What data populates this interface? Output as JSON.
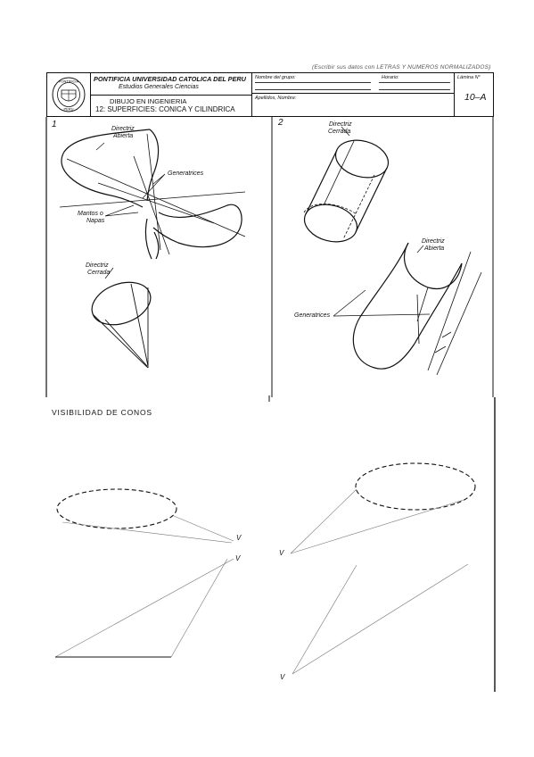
{
  "note": "(Escribir sus datos con LETRAS Y NUMEROS NORMALIZADOS)",
  "header": {
    "university": "PONTIFICIA UNIVERSIDAD CATOLICA DEL PERU",
    "faculty": "Estudios Generales Ciencias",
    "course": "DIBUJO EN INGENIERIA",
    "topic": "12: SUPERFICIES: CONICA Y CILINDRICA",
    "group_label": "Nombre del grupo:",
    "schedule_label": "Horario:",
    "sheet_label": "Lámina N°",
    "sheet_number": "10–A",
    "name_label": "Apellidos, Nombre:"
  },
  "panel1": {
    "number": "1",
    "directriz_abierta": [
      "Directriz",
      "Abierta"
    ],
    "generatrices": "Generatrices",
    "mantos": [
      "Mantos o",
      "Napas"
    ],
    "directriz_cerrada": [
      "Directriz",
      "Cerrada"
    ]
  },
  "panel2": {
    "number": "2",
    "directriz_cerrada": [
      "Directriz",
      "Cerrada"
    ],
    "directriz_abierta": [
      "Directriz",
      "Abierta"
    ],
    "generatrices": "Generatrices"
  },
  "visibility": {
    "title": "VISIBILIDAD DE CONOS",
    "vertex": "V"
  }
}
